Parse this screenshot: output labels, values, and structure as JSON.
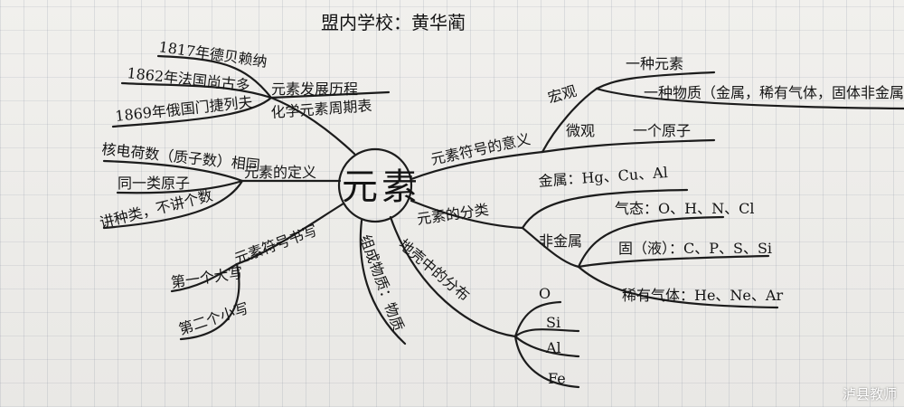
{
  "title": "盟内学校：黄华蔺",
  "center": "元素",
  "history": {
    "label": "元素发展历程",
    "items": [
      "1817年德贝赖纳",
      "1862年法国尚古多",
      "1869年俄国门捷列夫"
    ],
    "note": "化学元素周期表"
  },
  "meaning": {
    "label": "元素符号的意义",
    "macro": "宏观",
    "macro_items": [
      "一种元素",
      "一种物质（金属，稀有气体，固体非金属）"
    ],
    "micro": "微观",
    "micro_items": [
      "一个原子"
    ]
  },
  "definition": {
    "label": "元素的定义",
    "items": [
      "核电荷数（质子数）相同",
      "同一类原子",
      "讲种类，不讲个数"
    ]
  },
  "classification": {
    "label": "元素的分类",
    "metal": "金属：Hg、Cu、Al",
    "nonmetal": "非金属",
    "gas": "气态：O、H、N、Cl",
    "solid": "固（液）：C、P、S、Si",
    "noble": "稀有气体：He、Ne、Ar"
  },
  "symbol": {
    "label": "元素符号书写",
    "items": [
      "第一个大写",
      "第二个小写"
    ]
  },
  "crust": {
    "label": "地壳中的分布",
    "items": [
      "O",
      "Si",
      "Al",
      "Fe"
    ]
  },
  "composition": {
    "label": "组成物质：物质"
  },
  "watermark": "泸县教师"
}
